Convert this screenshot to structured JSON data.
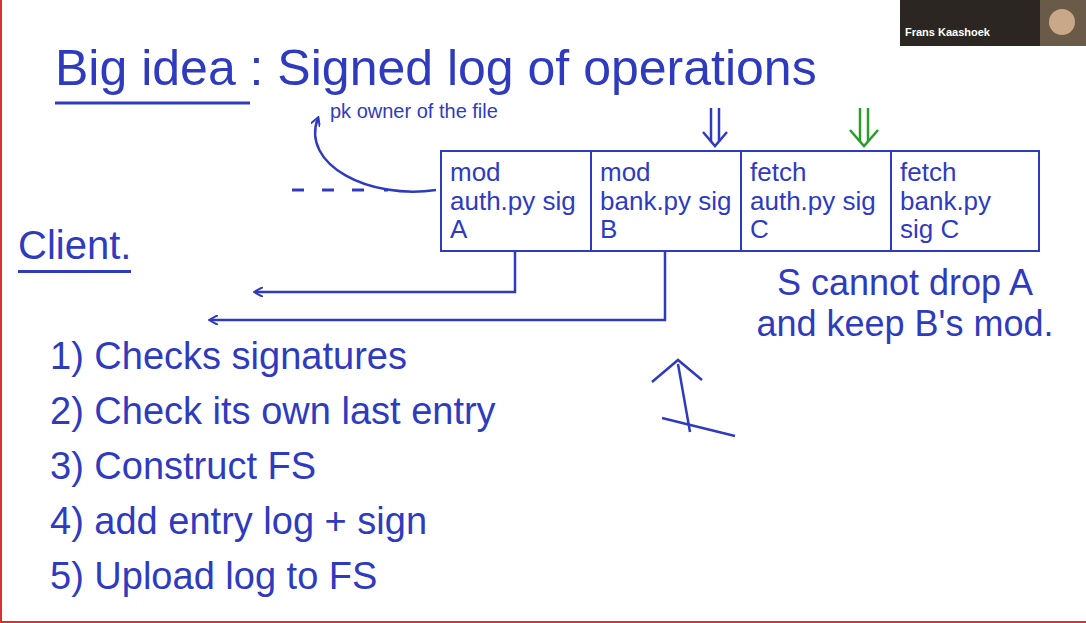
{
  "diagram": {
    "title": "Big idea : Signed log of operations",
    "nodes": [
      {
        "text": [
          "mod auth.py sig A"
        ]
      },
      {
        "text": [
          "mod bank.py sig B"
        ]
      },
      {
        "text": [
          "fetch auth.py sig C"
        ]
      },
      {
        "text": [
          "fetch bank.py sig C"
        ]
      }
    ],
    "labels": [
      "pk owner of the file",
      "Client.",
      "1) Checks signatures",
      "2) Check its own last entry",
      "3) Construct FS",
      "4) add entry log + sign",
      "5) Upload log to FS",
      "S cannot drop A and keep B's mod.",
      "Frans Kaashoek"
    ]
  }
}
